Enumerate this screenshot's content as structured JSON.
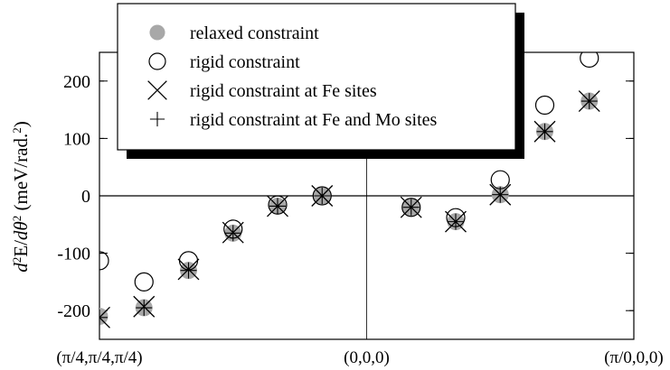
{
  "chart_data": {
    "type": "scatter",
    "title": "",
    "xlabel": "",
    "ylabel": "d²E/dθ² (meV/rad.²)",
    "ylabel_parts": {
      "d": "d",
      "sup1": "2",
      "E": "E/",
      "d2": "d",
      "theta": "θ",
      "sup2": "2",
      "unit": " (meV/rad.",
      "sup3": "2",
      "close": ")"
    },
    "xlim": [
      -6,
      6
    ],
    "ylim": [
      -250,
      250
    ],
    "yticks": [
      -200,
      -100,
      0,
      100,
      200
    ],
    "ytick_labels": [
      "-200",
      "-100",
      "0",
      "100",
      "200"
    ],
    "xtick_labels": [
      {
        "x": -6,
        "label": "(π/4,π/4,π/4)"
      },
      {
        "x": 0,
        "label": "(0,0,0)"
      },
      {
        "x": 6,
        "label": "(π/0,0,0)"
      }
    ],
    "reference_lines": {
      "y": 0,
      "x": 0
    },
    "legend_position": "top-left",
    "series": [
      {
        "name": "relaxed constraint",
        "marker": "filled-circle",
        "color": "#a8a8a8",
        "points": [
          [
            -6,
            -210
          ],
          [
            -5,
            -195
          ],
          [
            -4,
            -130
          ],
          [
            -3,
            -65
          ],
          [
            -2,
            -18
          ],
          [
            -1,
            0
          ],
          [
            1,
            -20
          ],
          [
            2,
            -45
          ],
          [
            3,
            2
          ],
          [
            4,
            112
          ],
          [
            5,
            165
          ]
        ]
      },
      {
        "name": "rigid constraint",
        "marker": "open-circle",
        "color": "#000000",
        "points": [
          [
            -6,
            -113
          ],
          [
            -5,
            -150
          ],
          [
            -4,
            -113
          ],
          [
            -3,
            -58
          ],
          [
            -2,
            -16
          ],
          [
            -1,
            0
          ],
          [
            1,
            -20
          ],
          [
            2,
            -38
          ],
          [
            3,
            28
          ],
          [
            4,
            158
          ],
          [
            5,
            240
          ]
        ]
      },
      {
        "name": "rigid constraint at Fe sites",
        "marker": "x",
        "color": "#000000",
        "points": [
          [
            -6,
            -212
          ],
          [
            -5,
            -193
          ],
          [
            -4,
            -128
          ],
          [
            -3,
            -64
          ],
          [
            -2,
            -18
          ],
          [
            -1,
            0
          ],
          [
            1,
            -20
          ],
          [
            2,
            -45
          ],
          [
            3,
            2
          ],
          [
            4,
            112
          ],
          [
            5,
            165
          ]
        ]
      },
      {
        "name": "rigid constraint at Fe and Mo sites",
        "marker": "plus",
        "color": "#000000",
        "points": [
          [
            -6,
            -212
          ],
          [
            -5,
            -195
          ],
          [
            -4,
            -130
          ],
          [
            -3,
            -65
          ],
          [
            -2,
            -18
          ],
          [
            -1,
            0
          ],
          [
            1,
            -20
          ],
          [
            2,
            -45
          ],
          [
            3,
            2
          ],
          [
            4,
            112
          ],
          [
            5,
            165
          ]
        ]
      }
    ]
  }
}
